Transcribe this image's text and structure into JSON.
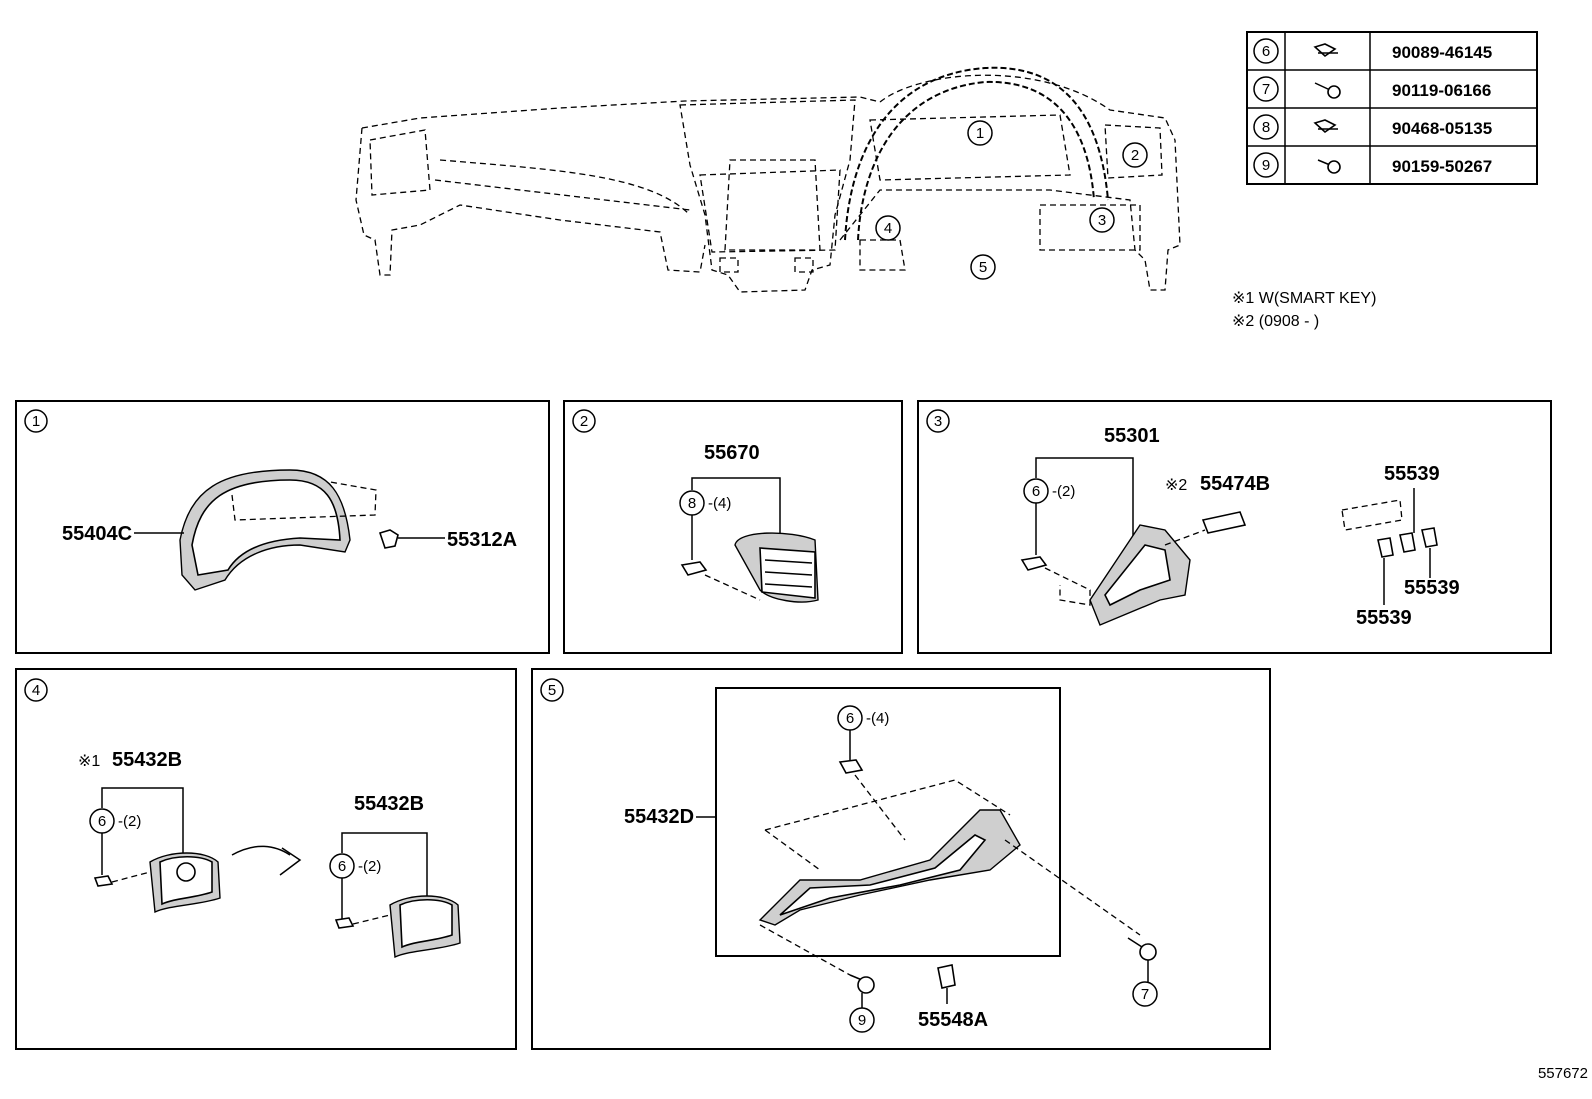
{
  "fastener_table": [
    {
      "callout": "6",
      "icon": "clip-icon",
      "part_no": "90089-46145"
    },
    {
      "callout": "7",
      "icon": "screw-icon",
      "part_no": "90119-06166"
    },
    {
      "callout": "8",
      "icon": "clip-icon",
      "part_no": "90468-05135"
    },
    {
      "callout": "9",
      "icon": "screw-icon",
      "part_no": "90159-50267"
    }
  ],
  "notes": {
    "note1": "※1 W(SMART KEY)",
    "note2": "※2 (0908 -        )"
  },
  "overview_callouts": [
    "1",
    "2",
    "3",
    "4",
    "5"
  ],
  "panels": {
    "p1": {
      "callout": "1",
      "part_a": "55404C",
      "part_b": "55312A"
    },
    "p2": {
      "callout": "2",
      "part_a": "55670",
      "fastener": "8",
      "qty": "-(4)"
    },
    "p3": {
      "callout": "3",
      "part_a": "55301",
      "part_b_prefix": "※2",
      "part_b": "55474B",
      "fastener": "6",
      "qty": "-(2)",
      "part_c": "55539",
      "part_d": "55539",
      "part_e": "55539"
    },
    "p4": {
      "callout": "4",
      "part_a_prefix": "※1",
      "part_a": "55432B",
      "fastener_a": "6",
      "qty_a": "-(2)",
      "part_b": "55432B",
      "fastener_b": "6",
      "qty_b": "-(2)"
    },
    "p5": {
      "callout": "5",
      "part_a": "55432D",
      "fastener_top": "6",
      "qty_top": "-(4)",
      "fastener_right": "7",
      "fastener_left": "9",
      "part_b": "55548A"
    }
  },
  "diagram_id": "557672"
}
